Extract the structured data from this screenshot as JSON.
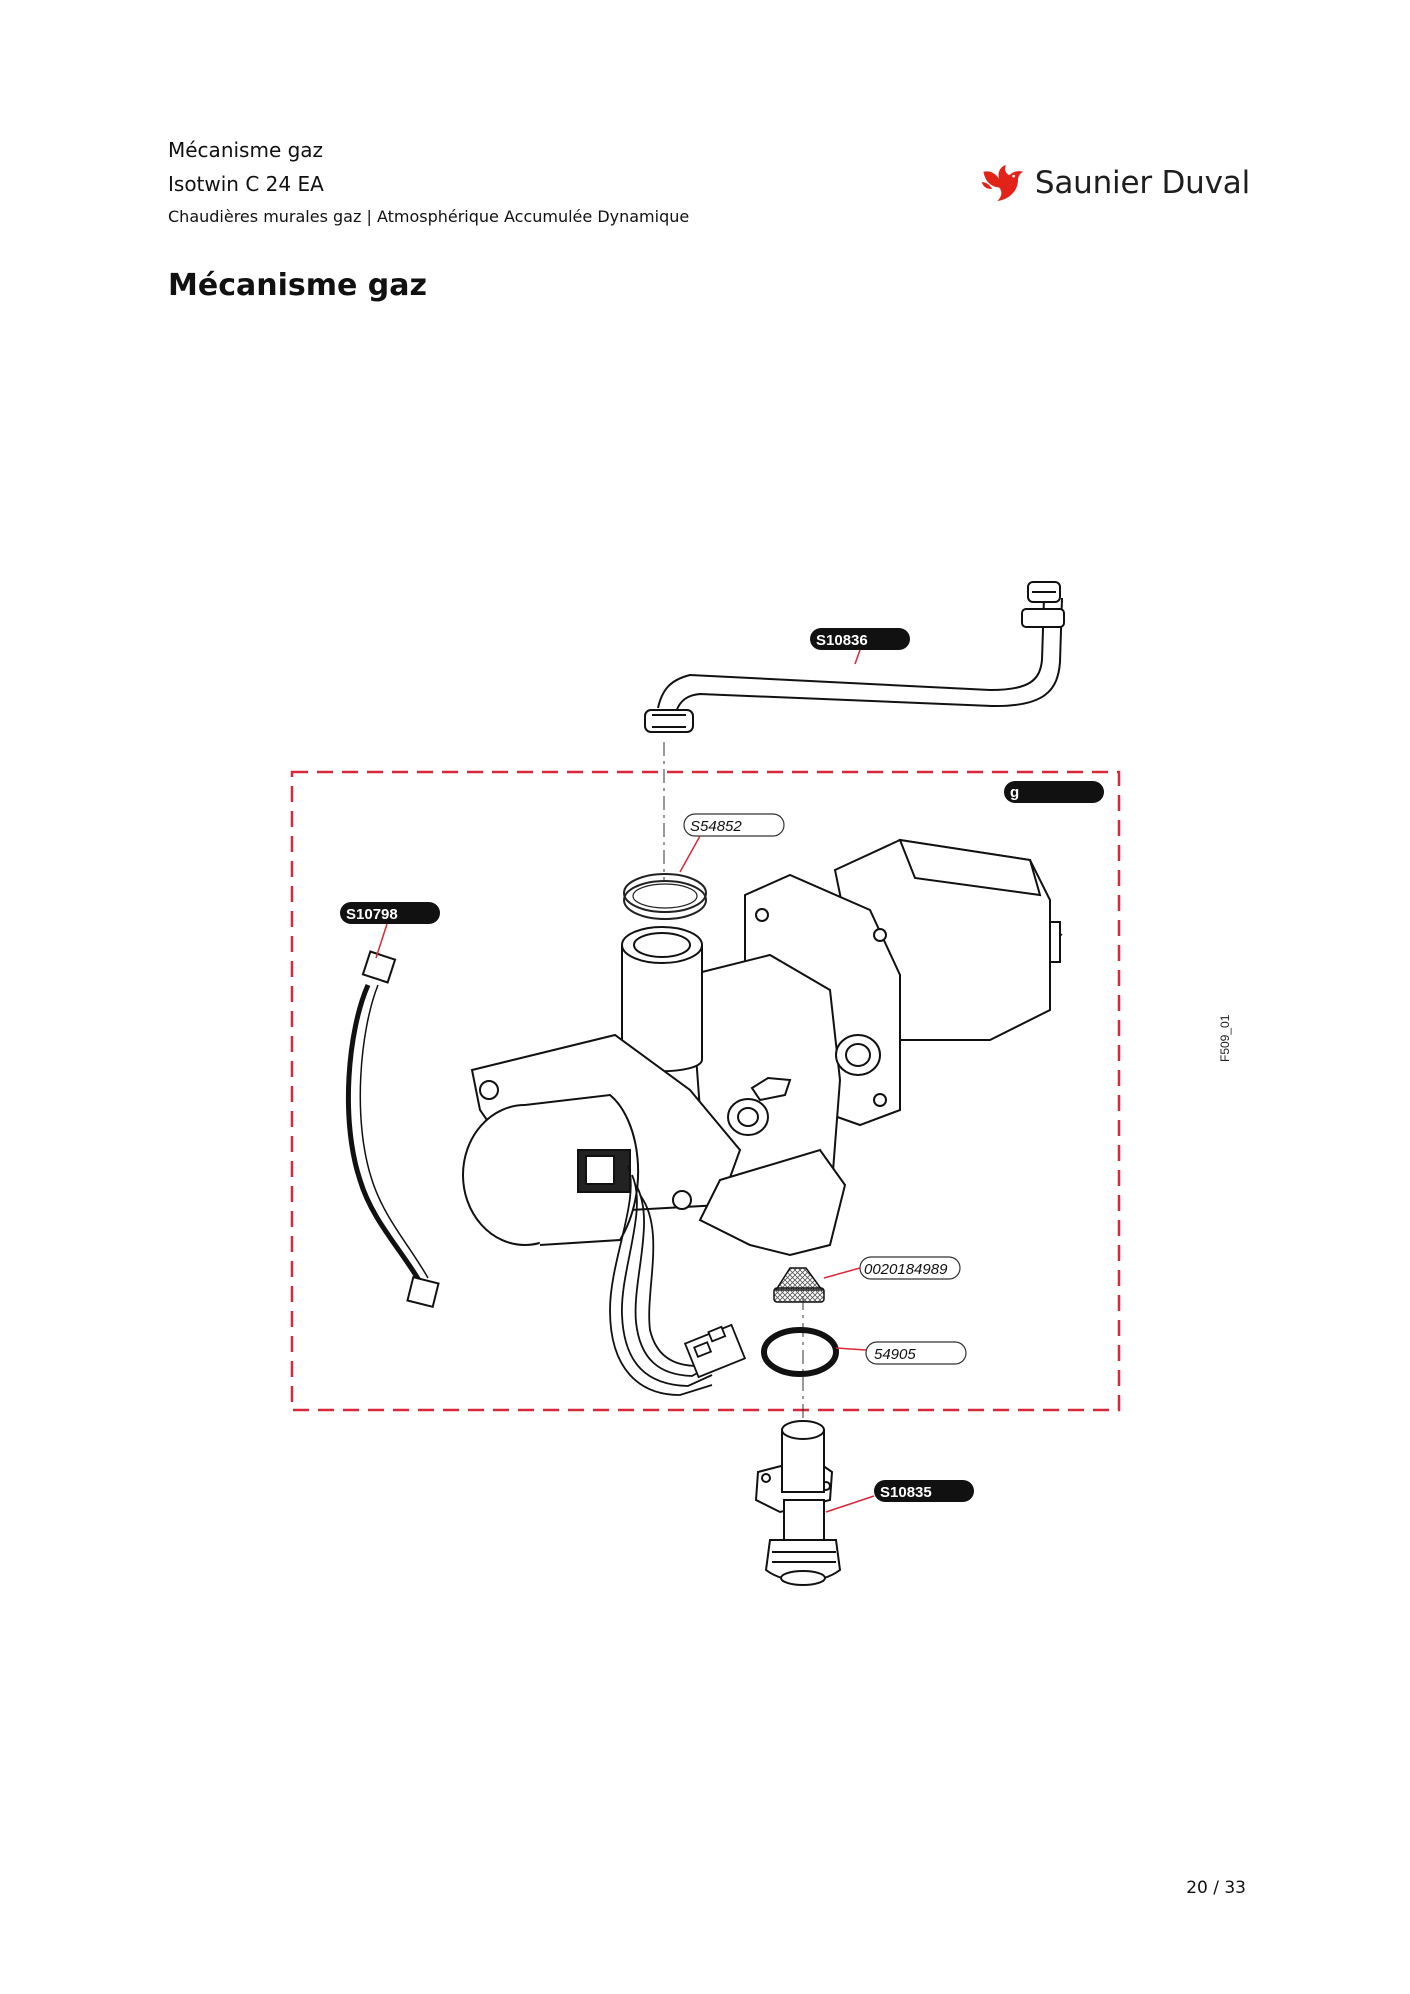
{
  "header": {
    "line1": "Mécanisme gaz",
    "line2": "Isotwin C 24 EA",
    "line3": "Chaudières murales gaz | Atmosphérique Accumulée Dynamique"
  },
  "logo": {
    "brand_name": "Saunier Duval",
    "icon": "bird-logo-icon",
    "color": "#e2231a"
  },
  "title": "Mécanisme gaz",
  "diagram": {
    "callouts": {
      "s10836": "S10836",
      "g": "g",
      "s54852": "S54852",
      "s10798": "S10798",
      "p0020184989": "0020184989",
      "p54905": "54905",
      "s10835": "S10835"
    },
    "figure_code": "F509_01",
    "group_border_color": "#d9283a"
  },
  "footer": {
    "page_number": "20 / 33"
  }
}
